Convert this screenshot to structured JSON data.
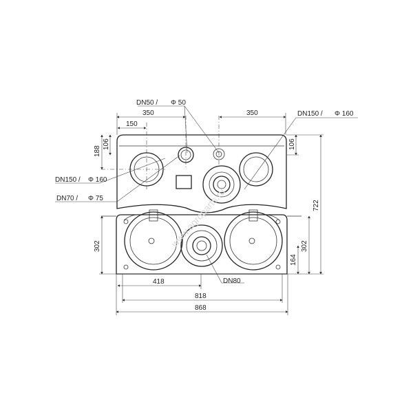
{
  "labels": {
    "dn50": "DN50 /",
    "phi50": "Φ 50",
    "dn150_right": "DN150 /",
    "phi160_right": "Φ 160",
    "dn150_left": "DN150 /",
    "phi160_left": "Φ 160",
    "dn70": "DN70 /",
    "phi75": "Φ 75",
    "dn80": "DN80"
  },
  "dimensions": {
    "d350_left": "350",
    "d350_right": "350",
    "d150": "150",
    "d188": "188",
    "d106_left": "106",
    "d106_right": "106",
    "d722": "722",
    "d302_left": "302",
    "d302_right": "302",
    "d164": "164",
    "d418": "418",
    "d818": "818",
    "d868": "868"
  },
  "watermark": "www.agroparts.ru"
}
